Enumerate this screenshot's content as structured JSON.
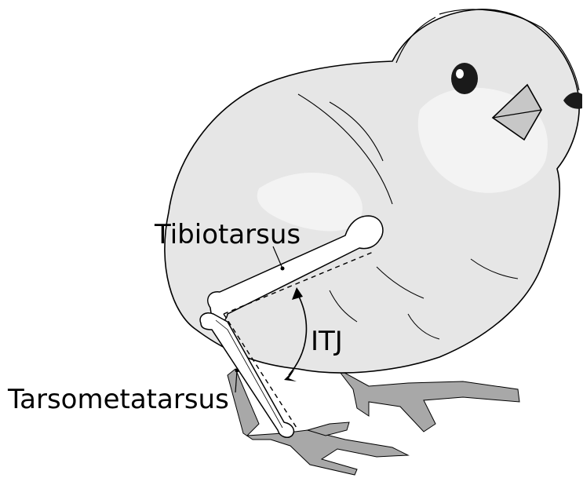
{
  "labels": {
    "tibiotarsus": "Tibiotarsus",
    "tarsometatarsus": "Tarsometatarsus",
    "itj": "ITJ"
  },
  "colors": {
    "body_fill": "#e6e6e6",
    "highlight": "#f3f3f3",
    "foot_fill": "#a8a8a8",
    "outline": "#000000",
    "eye": "#1a1a1a",
    "beak": "#c7c7c7"
  },
  "icons": {
    "figure": "chick-illustration",
    "bones": "leg-bones",
    "joint_angle": "angle-arc-arrow"
  }
}
